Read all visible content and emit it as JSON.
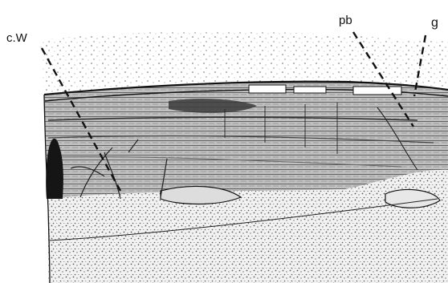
{
  "labels": {
    "cw": "c.W",
    "pb": "pb",
    "g": "g"
  },
  "colors": {
    "ink": "#111111",
    "paper": "#ffffff",
    "stipple": "#555555",
    "band_dark": "#3a3a3a"
  }
}
